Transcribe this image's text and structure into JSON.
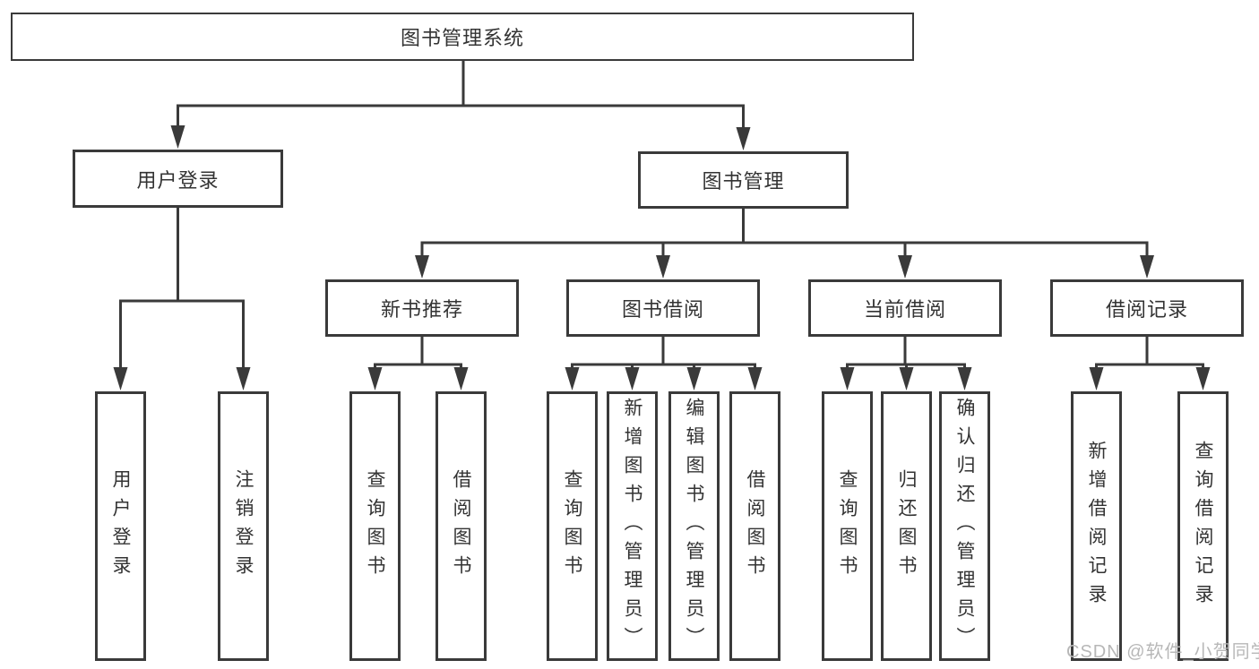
{
  "tree": {
    "root": {
      "label": "图书管理系统"
    },
    "branches": [
      {
        "label": "用户登录",
        "children": [
          {
            "label": "用户登录"
          },
          {
            "label": "注销登录"
          }
        ]
      },
      {
        "label": "图书管理",
        "children": [
          {
            "label": "新书推荐",
            "children": [
              {
                "label": "查询图书"
              },
              {
                "label": "借阅图书"
              }
            ]
          },
          {
            "label": "图书借阅",
            "children": [
              {
                "label": "查询图书"
              },
              {
                "label": "新增图书（管理员）"
              },
              {
                "label": "编辑图书（管理员）"
              },
              {
                "label": "借阅图书"
              }
            ]
          },
          {
            "label": "当前借阅",
            "children": [
              {
                "label": "查询图书"
              },
              {
                "label": "归还图书"
              },
              {
                "label": "确认归还（管理员）"
              }
            ]
          },
          {
            "label": "借阅记录",
            "children": [
              {
                "label": "新增借阅记录"
              },
              {
                "label": "查询借阅记录"
              }
            ]
          }
        ]
      }
    ]
  },
  "watermark": "CSDN @软件_小贺同学",
  "colors": {
    "line": "#3a3a3a",
    "text": "#333333",
    "watermark": "#b7b7b7",
    "background": "#ffffff"
  }
}
